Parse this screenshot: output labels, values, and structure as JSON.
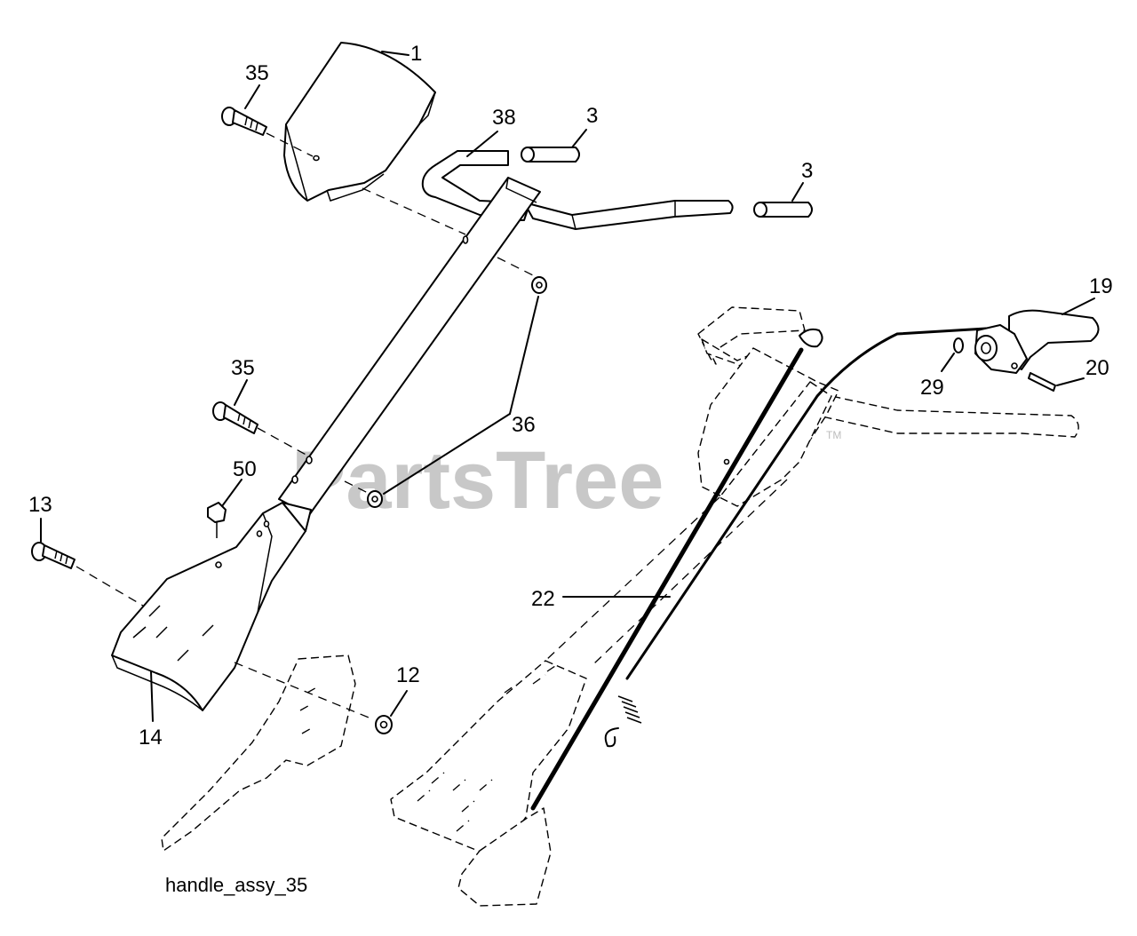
{
  "caption": "handle_assy_35",
  "watermark": "PartsTree",
  "watermark_mark": "TM",
  "callouts": {
    "p1": "1",
    "p35a": "35",
    "p38": "38",
    "p3a": "3",
    "p3b": "3",
    "p19": "19",
    "p20": "20",
    "p29": "29",
    "p35b": "35",
    "p36": "36",
    "p50": "50",
    "p13": "13",
    "p22": "22",
    "p12": "12",
    "p14": "14"
  },
  "colors": {
    "line": "#000000",
    "watermark": "#c8c8c8",
    "background": "#ffffff"
  }
}
